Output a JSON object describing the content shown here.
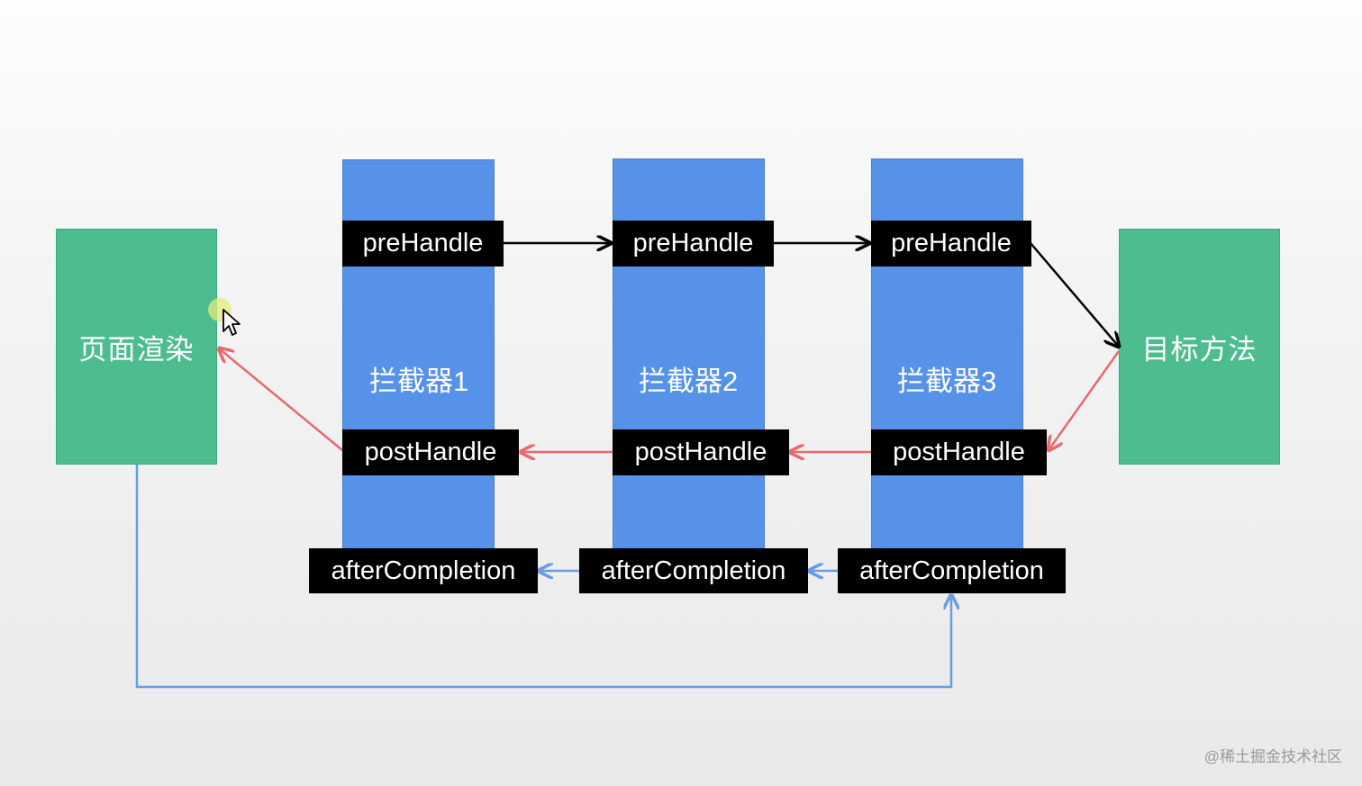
{
  "nodes": {
    "render": "页面渲染",
    "target": "目标方法"
  },
  "interceptors": [
    {
      "label": "拦截器1",
      "pre": "preHandle",
      "post": "postHandle",
      "after": "afterCompletion"
    },
    {
      "label": "拦截器2",
      "pre": "preHandle",
      "post": "postHandle",
      "after": "afterCompletion"
    },
    {
      "label": "拦截器3",
      "pre": "preHandle",
      "post": "postHandle",
      "after": "afterCompletion"
    }
  ],
  "watermark": "@稀土掘金技术社区",
  "colors": {
    "node_green": "#4dbd8f",
    "interceptor_blue": "#5692e8",
    "tag_black": "#000000",
    "pre_arrow": "#000000",
    "post_arrow": "#e86a6f",
    "after_arrow": "#6a9be3"
  }
}
